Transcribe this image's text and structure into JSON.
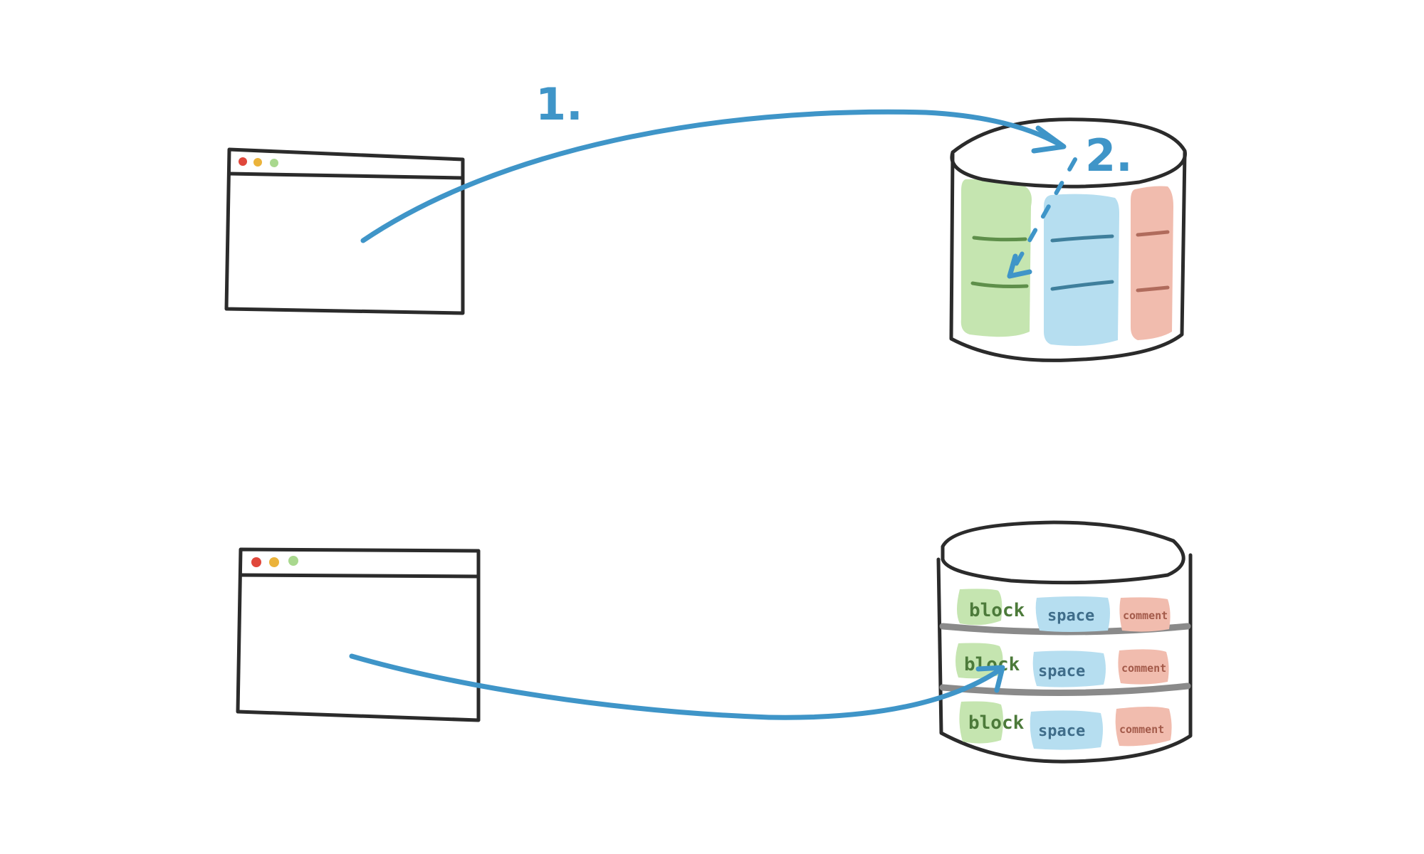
{
  "colors": {
    "ink": "#2b2b2b",
    "arrow": "#3f95c8",
    "green": "#c5e5b0",
    "blue": "#b6def0",
    "red": "#f1bcae",
    "window_close": "#e0473b",
    "window_minimize": "#ebb33b",
    "window_maximize": "#a9d88e"
  },
  "top": {
    "step_1": "1.",
    "step_2": "2."
  },
  "bottom": {
    "rows": [
      {
        "block": "block",
        "space": "space",
        "comment": "comment"
      },
      {
        "block": "block",
        "space": "space",
        "comment": "comment"
      },
      {
        "block": "block",
        "space": "space",
        "comment": "comment"
      }
    ]
  }
}
